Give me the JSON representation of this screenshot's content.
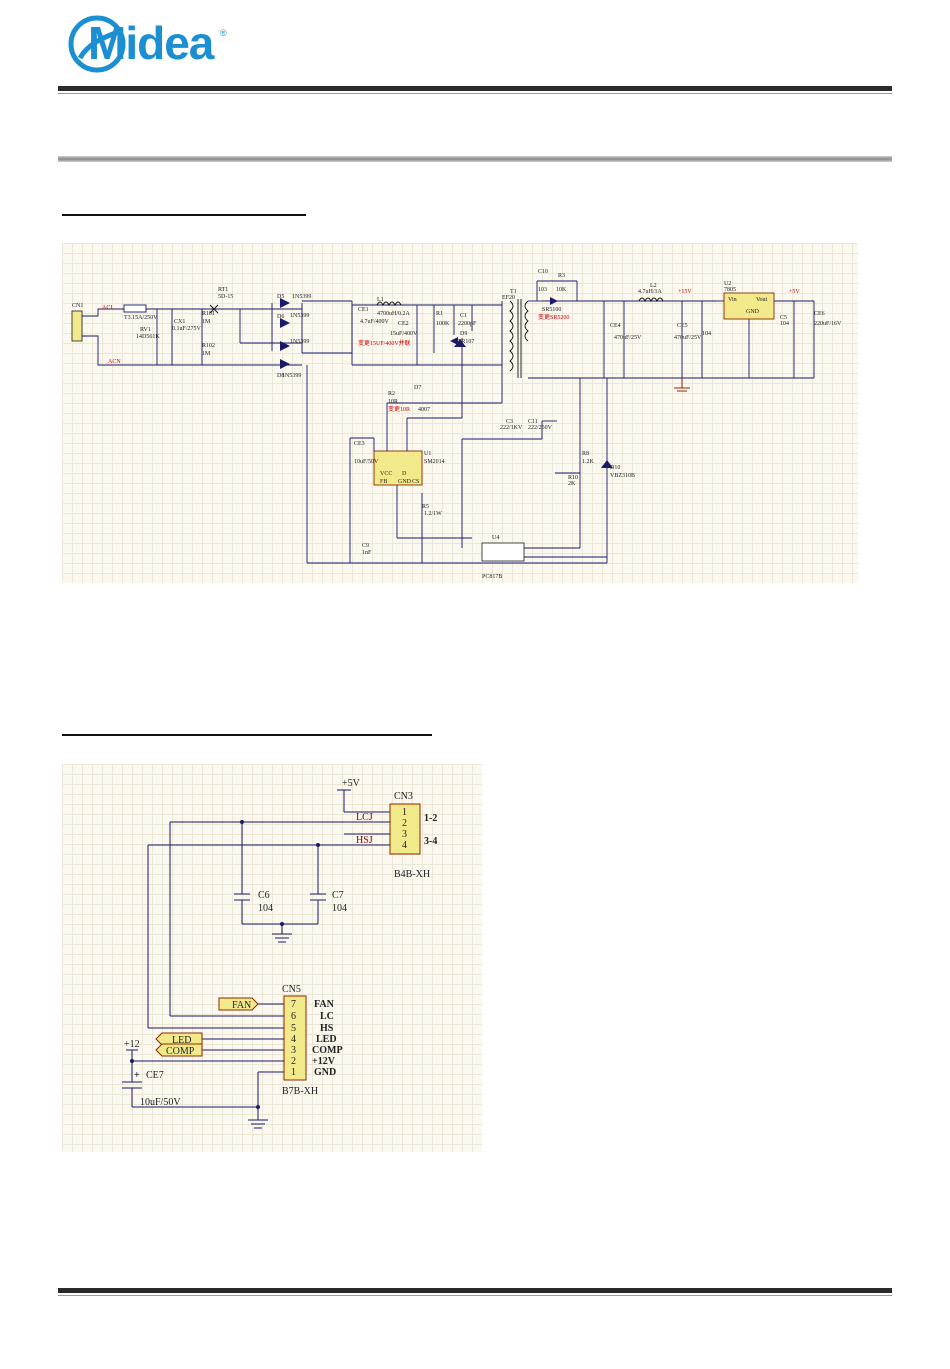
{
  "header": {
    "brand": "Midea",
    "registered_mark": "®"
  },
  "power_schematic": {
    "connectors": [
      "CN1",
      "ACL",
      "ACN"
    ],
    "components": [
      {
        "ref": "RT1",
        "value": "5D-15"
      },
      {
        "ref": "F",
        "value": "T3.15A/250V"
      },
      {
        "ref": "RV1",
        "value": "14D561K"
      },
      {
        "ref": "CX1",
        "value": "0.1uF/275V"
      },
      {
        "ref": "R101",
        "value": "1M"
      },
      {
        "ref": "R102",
        "value": "1M"
      },
      {
        "ref": "D5",
        "value": "1N5399"
      },
      {
        "ref": "D6",
        "value": "1N5399"
      },
      {
        "ref": "D7",
        "value": "1N5399"
      },
      {
        "ref": "D8",
        "value": "1N5399"
      },
      {
        "ref": "L1",
        "value": "4700uH/0.2A"
      },
      {
        "ref": "CE1",
        "value": "4.7uF/400V"
      },
      {
        "ref": "CE2",
        "value": "15uF/400V"
      },
      {
        "ref": "R1",
        "value": "100K"
      },
      {
        "ref": "C1",
        "value": "2200pF"
      },
      {
        "ref": "D9",
        "value": "FR107"
      },
      {
        "ref": "T1",
        "value": "EF20"
      },
      {
        "ref": "C10",
        "value": "103"
      },
      {
        "ref": "R3",
        "value": "10K"
      },
      {
        "ref": "D6b",
        "value": "SR5100"
      },
      {
        "ref": "L2",
        "value": "4.7uH/1A"
      },
      {
        "ref": "CE4",
        "value": "470uF/25V"
      },
      {
        "ref": "CE5",
        "value": "470uF/25V"
      },
      {
        "ref": "U2",
        "value": "7805"
      },
      {
        "ref": "C5",
        "value": "104"
      },
      {
        "ref": "CE6",
        "value": "220uF/16V"
      },
      {
        "ref": "R2",
        "value": "10R"
      },
      {
        "ref": "D7b",
        "value": "4007"
      },
      {
        "ref": "U1",
        "value": "SM2014"
      },
      {
        "ref": "CE3",
        "value": "10uF/50V"
      },
      {
        "ref": "R5",
        "value": "1.2/1W"
      },
      {
        "ref": "C9",
        "value": "1nF"
      },
      {
        "ref": "C3",
        "value": "222/1KV"
      },
      {
        "ref": "C11",
        "value": "222/250V"
      },
      {
        "ref": "R8",
        "value": "1.2K"
      },
      {
        "ref": "R10",
        "value": "2K"
      },
      {
        "ref": "D10",
        "value": "VBZ310B"
      },
      {
        "ref": "U4",
        "value": "PC817B"
      }
    ],
    "annotations": [
      "变更10R",
      "变更15UF/400V并联",
      "变更SR5200"
    ],
    "net_labels": [
      "+15V",
      "+5V"
    ],
    "pins": {
      "u1": [
        "VCC",
        "D",
        "FB",
        "GND",
        "CS"
      ],
      "u2": [
        "Vin",
        "Vout",
        "GND"
      ]
    }
  },
  "connector_schematic": {
    "net_5v": "+5V",
    "cn3": {
      "ref": "CN3",
      "type": "B4B-XH",
      "pins": [
        "1",
        "2",
        "3",
        "4"
      ],
      "signals": [
        "LCJ",
        "HSJ"
      ],
      "pair_labels": [
        "1-2",
        "3-4"
      ]
    },
    "c6": {
      "ref": "C6",
      "value": "104"
    },
    "c7": {
      "ref": "C7",
      "value": "104"
    },
    "cn5": {
      "ref": "CN5",
      "type": "B7B-XH",
      "pins": [
        "7",
        "6",
        "5",
        "4",
        "3",
        "2",
        "1"
      ],
      "functions": [
        "FAN",
        "LC",
        "HS",
        "LED",
        "COMP",
        "+12V",
        "GND"
      ]
    },
    "port_labels": [
      "FAN",
      "LED",
      "COMP"
    ],
    "net_12v": "+12",
    "ce7": {
      "ref": "CE7",
      "value": "10uF/50V"
    }
  }
}
